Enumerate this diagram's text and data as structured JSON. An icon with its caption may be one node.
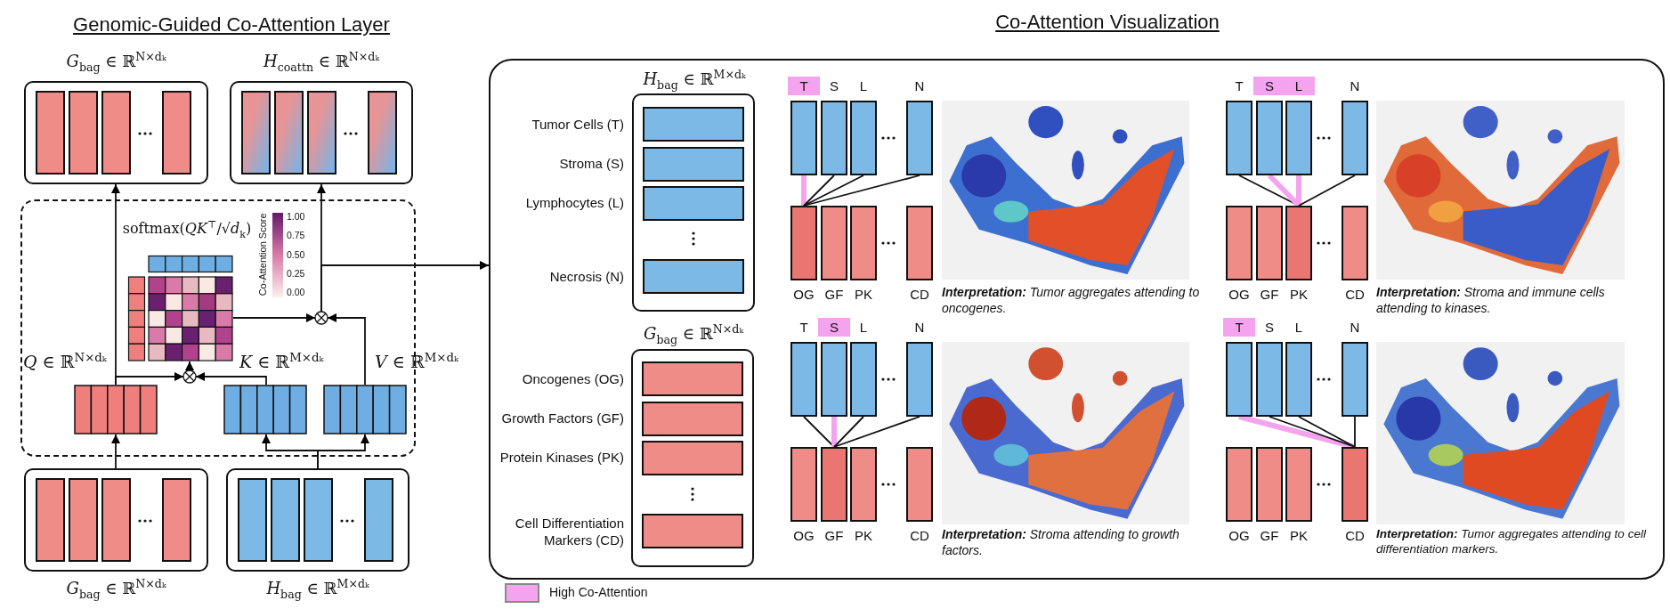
{
  "diagram": {
    "nodes": [
      {
        "text": [
          "*G*$_{bag}$ ∈ ℝ$^{N×dₖ}$"
        ]
      },
      {
        "text": [
          "*H*$_{coattn}$ ∈ ℝ$^{N×dₖ}$"
        ]
      },
      {
        "text": [],
        "shape": "box"
      },
      {
        "text": [
          "*Q* ∈ ℝ$^{N×dₖ}$"
        ],
        "in": 2
      },
      {
        "text": [
          "*K* ∈ ℝ$^{M×dₖ}$"
        ],
        "in": 2
      },
      {
        "text": [
          "*V* ∈ ℝ$^{M×dₖ}$"
        ]
      },
      {
        "text": [
          "softmax(*QK*$^{⊤}$/√*d*$_{k}$)"
        ],
        "in": 2
      },
      {
        "text": [],
        "shape": "circle",
        "in": 2
      },
      {
        "text": [],
        "shape": "circle",
        "in": 2
      },
      {
        "text": [
          "*G*$_{bag}$ ∈ ℝ$^{N×dₖ}$"
        ]
      },
      {
        "text": [
          "*H*$_{bag}$ ∈ ℝ$^{M×dₖ}$"
        ]
      },
      {
        "text": [
          "Co-Attention Visualization"
        ]
      },
      {
        "text": [
          "*H*$_{bag}$ ∈ ℝ$^{M×dₖ}$"
        ],
        "in": 11
      },
      {
        "text": [
          "*G*$_{bag}$ ∈ ℝ$^{N×dₖ}$"
        ],
        "in": 11
      },
      {
        "text": [
          "T"
        ],
        "in": 11
      },
      {
        "text": [
          "S"
        ],
        "in": 11
      },
      {
        "text": [
          "L"
        ],
        "in": 11
      },
      {
        "text": [
          "N"
        ],
        "in": 11
      },
      {
        "text": [
          "OG"
        ],
        "in": 11
      },
      {
        "text": [
          "GF"
        ],
        "in": 11
      },
      {
        "text": [
          "PK"
        ],
        "in": 11
      },
      {
        "text": [
          "CD"
        ],
        "in": 11
      },
      {
        "text": [
          "T"
        ],
        "in": 11
      },
      {
        "text": [
          "S"
        ],
        "in": 11
      },
      {
        "text": [
          "L"
        ],
        "in": 11
      },
      {
        "text": [
          "N"
        ],
        "in": 11
      },
      {
        "text": [
          "OG"
        ],
        "in": 11
      },
      {
        "text": [
          "GF"
        ],
        "in": 11
      },
      {
        "text": [
          "PK"
        ],
        "in": 11
      },
      {
        "text": [
          "CD"
        ],
        "in": 11
      },
      {
        "text": [
          "T"
        ],
        "in": 11
      },
      {
        "text": [
          "S"
        ],
        "in": 11
      },
      {
        "text": [
          "L"
        ],
        "in": 11
      },
      {
        "text": [
          "N"
        ],
        "in": 11
      },
      {
        "text": [
          "OG"
        ],
        "in": 11
      },
      {
        "text": [
          "GF"
        ],
        "in": 11
      },
      {
        "text": [
          "PK"
        ],
        "in": 11
      },
      {
        "text": [
          "CD"
        ],
        "in": 11
      },
      {
        "text": [
          "T"
        ],
        "in": 11
      },
      {
        "text": [
          "S"
        ],
        "in": 11
      },
      {
        "text": [
          "L"
        ],
        "in": 11
      },
      {
        "text": [
          "N"
        ],
        "in": 11
      },
      {
        "text": [
          "OG"
        ],
        "in": 11
      },
      {
        "text": [
          "GF"
        ],
        "in": 11
      },
      {
        "text": [
          "PK"
        ],
        "in": 11
      },
      {
        "text": [
          "CD"
        ],
        "in": 11
      }
    ],
    "edges": [
      {
        "from": 9,
        "to": 3,
        "arrow": "to"
      },
      {
        "from": 3,
        "to": 0,
        "arrow": "to"
      },
      {
        "from": 3,
        "to": 7,
        "arrow": "to"
      },
      {
        "from": 4,
        "to": 7,
        "arrow": "to"
      },
      {
        "from": 7,
        "to": 6,
        "arrow": "to"
      },
      {
        "from": 6,
        "to": 8,
        "arrow": "to"
      },
      {
        "from": 5,
        "to": 8,
        "arrow": "to"
      },
      {
        "from": 8,
        "to": 1,
        "arrow": "to"
      },
      {
        "from": 10,
        "to": 4,
        "arrow": "to"
      },
      {
        "from": 10,
        "to": 5,
        "arrow": "to"
      },
      {
        "from": 8,
        "to": 11,
        "arrow": "to"
      },
      {
        "from": 14,
        "to": 18,
        "arrow": "none",
        "style": "thick",
        "color": "#f4a4ee"
      },
      {
        "from": 15,
        "to": 18,
        "arrow": "none"
      },
      {
        "from": 16,
        "to": 18,
        "arrow": "none"
      },
      {
        "from": 17,
        "to": 18,
        "arrow": "none"
      },
      {
        "from": 22,
        "to": 28,
        "arrow": "none"
      },
      {
        "from": 23,
        "to": 28,
        "arrow": "none",
        "style": "thick",
        "color": "#f4a4ee"
      },
      {
        "from": 24,
        "to": 28,
        "arrow": "none",
        "style": "thick",
        "color": "#f4a4ee"
      },
      {
        "from": 25,
        "to": 28,
        "arrow": "none"
      },
      {
        "from": 30,
        "to": 35,
        "arrow": "none"
      },
      {
        "from": 31,
        "to": 35,
        "arrow": "none",
        "style": "thick",
        "color": "#f4a4ee"
      },
      {
        "from": 32,
        "to": 35,
        "arrow": "none"
      },
      {
        "from": 33,
        "to": 35,
        "arrow": "none"
      },
      {
        "from": 38,
        "to": 45,
        "arrow": "none",
        "style": "thick",
        "color": "#f4a4ee"
      },
      {
        "from": 39,
        "to": 45,
        "arrow": "none"
      },
      {
        "from": 40,
        "to": 45,
        "arrow": "none"
      },
      {
        "from": 41,
        "to": 45,
        "arrow": "none"
      }
    ],
    "labels": [
      "Genomic-Guided Co-Attention Layer",
      "Co-Attention Score",
      "1.00",
      "0.75",
      "0.50",
      "0.25",
      "0.00",
      "Tumor Cells (T)",
      "Stroma (S)",
      "Lymphocytes (L)",
      "Necrosis (N)",
      "**Interpretation:** Tumor aggregates attending to oncogenes.",
      "**Interpretation:** Stroma and immune cells attending to kinases.",
      "Oncogenes (OG)",
      "Growth Factors (GF)",
      "Protein Kinases (PK)",
      "Cell Differentiation Markers (CD)",
      "**Interpretation:** Stroma attending to growth factors.",
      "**Interpretation:** Tumor aggregates attending to cell differentiation markers."
    ],
    "legend": [
      {
        "text": "High Co-Attention",
        "color": "#f4a4ee"
      }
    ]
  }
}
